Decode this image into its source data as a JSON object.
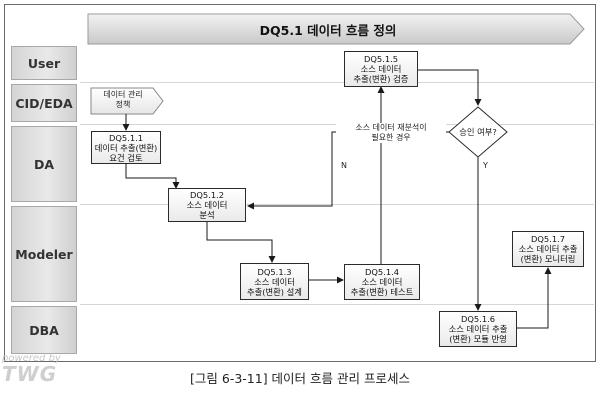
{
  "title": "DQ5.1 데이터 흐름 정의",
  "caption": "[그림 6-3-11] 데이터 흐름 관리 프로세스",
  "lanes": [
    "User",
    "CID/EDA",
    "DA",
    "Modeler",
    "DBA"
  ],
  "input": {
    "line1": "데이터 관리",
    "line2": "정책"
  },
  "steps": {
    "s111": {
      "line1": "DQ5.1.1",
      "line2": "데이터 추출(변환)",
      "line3": "요건 검토"
    },
    "s112": {
      "line1": "DQ5.1.2",
      "line2": "소스 데이터",
      "line3": "분석"
    },
    "s113": {
      "line1": "DQ5.1.3",
      "line2": "소스 데이터",
      "line3": "추출(변환) 설계"
    },
    "s114": {
      "line1": "DQ5.1.4",
      "line2": "소스 데이터",
      "line3": "추출(변환) 테스트"
    },
    "s115": {
      "line1": "DQ5.1.5",
      "line2": "소스 데이터",
      "line3": "추출(변환) 검증"
    },
    "s116": {
      "line1": "DQ5.1.6",
      "line2": "소스 데이터 추출",
      "line3": "(변환) 모듈 반영"
    },
    "s117": {
      "line1": "DQ5.1.7",
      "line2": "소스 데이터 추출",
      "line3": "(변환) 모니터링"
    }
  },
  "decision": "승인 여부?",
  "annotation": {
    "line1": "소스 데이터 재분석이",
    "line2": "필요한 경우"
  },
  "branch_no": "N",
  "branch_yes": "Y",
  "watermark": {
    "line1": "powered by",
    "line2": "TWG"
  },
  "colors": {
    "banner": "#d9d9d9",
    "lane_label": "#dcdcdc",
    "box_border": "#2b2b2b",
    "wire": "#1a1a1a"
  }
}
